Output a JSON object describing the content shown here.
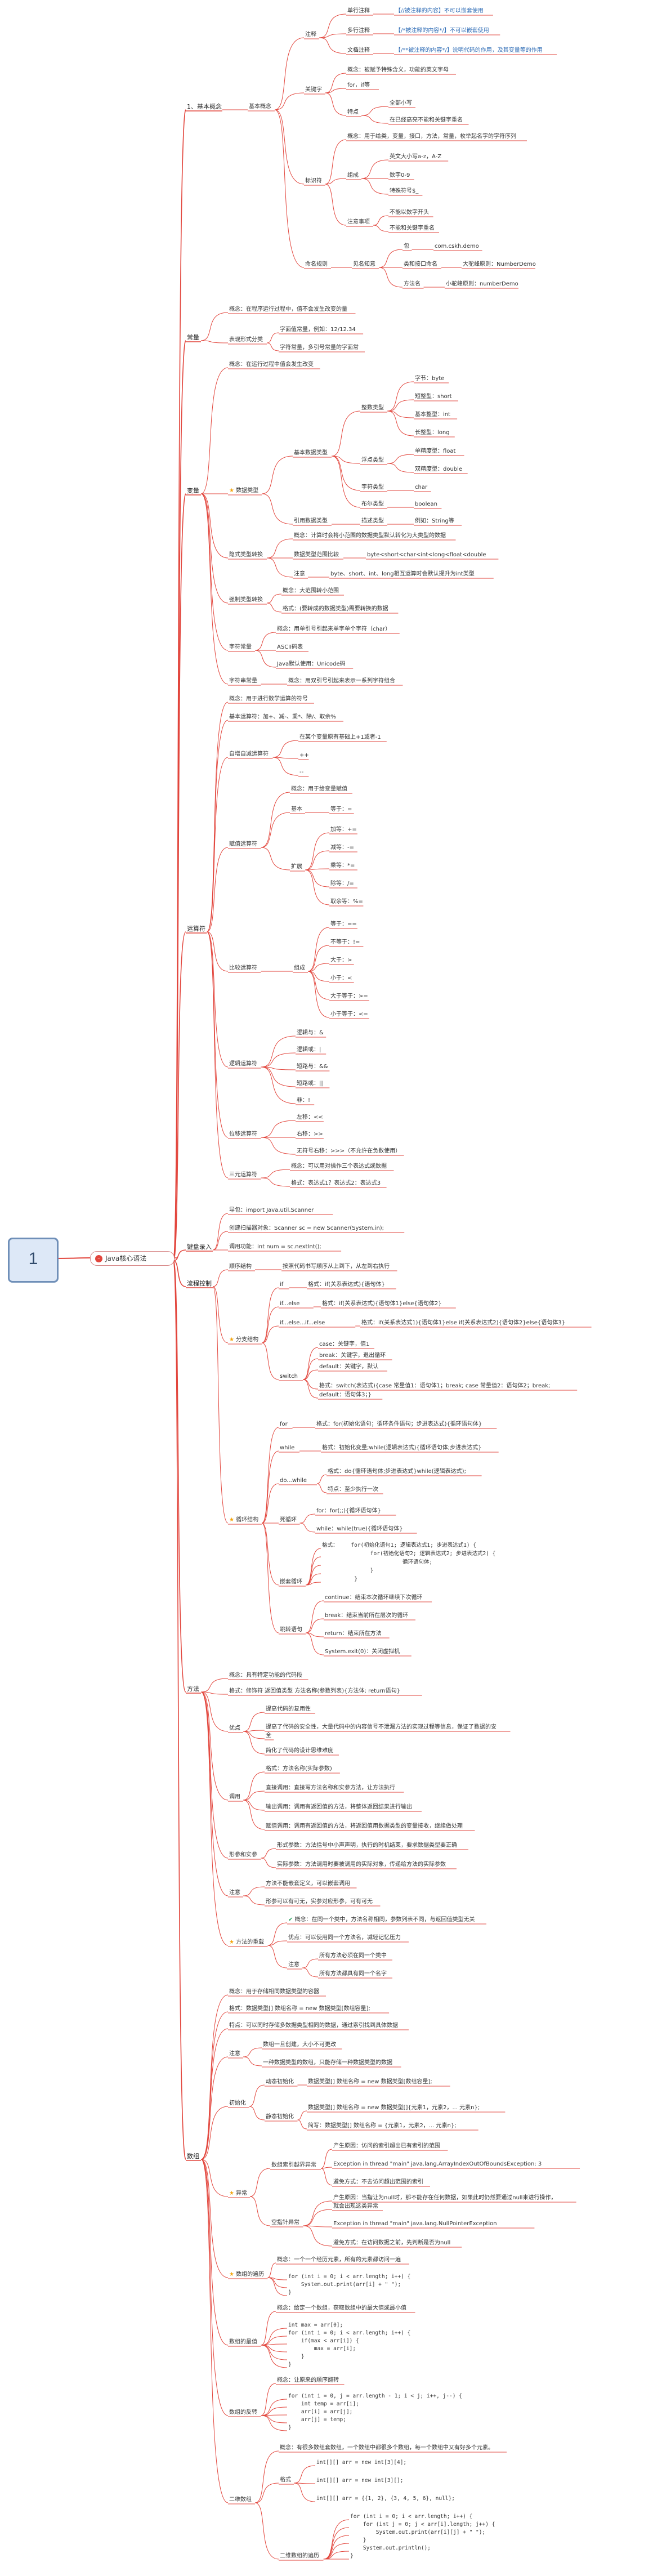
{
  "root": {
    "label": "1"
  },
  "hub": {
    "label": "Java核心语法"
  },
  "colors": {
    "wire": "#e2453c",
    "root_border": "#6f8fb8",
    "root_bg": "#dde8f7",
    "text": "#333333",
    "star": "#f3a40b"
  },
  "nodes": {
    "basic": {
      "jbgn": "1、基本概念",
      "jbgn2": "基本概念",
      "zs": "注释",
      "zs_single": "单行注释",
      "zs_single_d": "【//被注释的内容】不可以嵌套使用",
      "zs_multi": "多行注释",
      "zs_multi_d": "【/*被注释的内容*/】不可以嵌套使用",
      "zs_doc": "文档注释",
      "zs_doc_d": "【/**被注释的内容*/】说明代码的作用，及其变量等的作用",
      "gjz": "关键字",
      "gjz_gn": "概念：被赋予特殊含义，功能的英文字母",
      "gjz_eg": "for，if等",
      "gjz_td": "特点",
      "gjz_td1": "全部小写",
      "gjz_td2": "在已经高亮不能和关键字重名",
      "bsf": "标识符",
      "bsf_gn": "概念：用于给类，变量，接口，方法，常量，枚举起名字的字符序列",
      "bsf_zc": "组成",
      "bsf_zc1": "英文大小写a-z，A-Z",
      "bsf_zc2": "数字0-9",
      "bsf_zc3": "特殊符号$_",
      "bsf_zysx": "注意事项",
      "bsf_zy1": "不能以数字开头",
      "bsf_zy2": "不能和关键字重名",
      "mmgf": "命名规则",
      "mmgf_jzjy": "见名知意",
      "mmgf_bao": "包",
      "mmgf_bao_d": "com.cskh.demo",
      "mmgf_lei": "类和接口命名",
      "mmgf_lei_d": "大驼峰原则：NumberDemo",
      "mmgf_ff": "方法名",
      "mmgf_ff_d": "小驼峰原则：numberDemo"
    },
    "const": {
      "cl": "常量",
      "cl_gn": "概念：在程序运行过程中，值不会发生改变的量",
      "cl_fl": "表现形式分类",
      "cl_fl1": "字面值常量，例如：12/12.34",
      "cl_fl2": "字符常量，多引号常量的字面常"
    },
    "var": {
      "bl": "变量",
      "bl_gn": "概念：在运行过程中值会发生改变",
      "sjlx": "数据类型",
      "jblx": "基本数据类型",
      "zslx": "整数类型",
      "zs_byte": "字节：byte",
      "zs_short": "短整型：short",
      "zs_int": "基本整型：int",
      "zs_long": "长整型：long",
      "fdlx": "浮点类型",
      "fd_float": "单精度型：float",
      "fd_double": "双精度型：double",
      "zflx": "字符类型",
      "zf_char": "char",
      "bel": "布尔类型",
      "bel_d": "boolean",
      "yylx": "引用数据类型",
      "yylx_ms": "描述类型",
      "yylx_eg": "例如：String等",
      "ysz": "隐式类型转换",
      "ysz_gn": "概念：计算时会将小范围的数据类型默认转化为大类型的数据",
      "ysz_dx": "数据类型范围比较",
      "ysz_dx_d": "byte<short<char<int<long<float<double",
      "ysz_zy": "注意",
      "ysz_zy_d": "byte、short、int、long相互运算时会默认提升为int类型",
      "qzz": "强制类型转换",
      "qzz_gn": "概念：大范围转小范围",
      "qzz_gs": "格式：(要转成的数据类型)需要转换的数据",
      "zfc": "字符常量",
      "zfc_gn": "概念：用单引号引起来单字单个字符（char）",
      "zfc_ascii": "ASCII码表",
      "zfc_uni": "Java默认使用：Unicode码",
      "zfcc": "字符串常量",
      "zfcc_gn": "概念：用双引号引起来表示一系列字符组合"
    },
    "op": {
      "ysf": "运算符",
      "ysf_gn": "概念：用于进行数学运算的符号",
      "jbys": "基本运算符：加+、减-、乘*、除/、取余%",
      "zz": "自增自减运算符",
      "zz_gn": "在某个变量原有基础上+1或者-1",
      "zz_pp": "++",
      "zz_mm": "--",
      "fz": "赋值运算符",
      "fz_gn": "概念：用于给变量赋值",
      "fz_jb": "基本",
      "fz_eq": "等于：=",
      "fz_kz": "扩展",
      "fz_add": "加等：+=",
      "fz_sub": "减等：-=",
      "fz_mul": "乘等：*=",
      "fz_div": "除等：/=",
      "fz_mod": "取余等：%=",
      "bj": "比较运算符",
      "bj_zc": "组成",
      "bj_eq": "等于：==",
      "bj_ne": "不等于：!=",
      "bj_gt": "大于：>",
      "bj_lt": "小于：<",
      "bj_ge": "大于等于：>=",
      "bj_le": "小于等于：<=",
      "lj": "逻辑运算符",
      "lj_and": "逻辑与：&",
      "lj_or": "逻辑或：|",
      "lj_dand": "短路与：&&",
      "lj_dor": "短路或：||",
      "lj_not": "非：!",
      "wy": "位移运算符",
      "wy_left": "左移：<<",
      "wy_right": "右移：>>",
      "wy_uright": "无符号右移：>>>（不允许在负数使用）",
      "sy": "三元运算符",
      "sy_gn": "概念：可以用对操作三个表达式或数据",
      "sy_gs": "格式：表达式1？表达式2：表达式3"
    },
    "input": {
      "jplr": "键盘录入",
      "jplr_1": "导包：import Java.util.Scanner",
      "jplr_2": "创建扫描器对象：Scanner sc = new Scanner(System.in);",
      "jplr_3": "调用功能：int num = sc.nextInt();"
    },
    "flow": {
      "lckz": "流程控制",
      "lckz_sx": "顺序结构",
      "lckz_sx_d": "按照代码书写顺序从上到下，从左到右执行",
      "fz": "分支结构",
      "fz_if": "if",
      "fz_if_d": "格式：if(关系表达式){语句体}",
      "fz_ifelse": "if...else",
      "fz_ifelse_d": "格式：if(关系表达式){语句体1}else{语句体2}",
      "fz_ifelseif": "if...else...if...else",
      "fz_ifelseif_d": "格式：if(关系表达式1){语句体1}else if(关系表达式2){语句体2}else{语句体3}",
      "fz_switch": "switch",
      "fz_sw_case": "case：关键字，值1",
      "fz_sw_break": "break：关键字，退出循环",
      "fz_sw_default": "default：关键字，默认",
      "fz_sw_gs": "格式：switch(表达式){case 常量值1：语句体1；break; case 常量值2：语句体2；break;",
      "fz_sw_gs2": "default：语句体3；}",
      "xh": "循环结构",
      "xh_for": "for",
      "xh_for_d": "格式：for(初始化语句；循环条件语句；步进表达式){循环语句体}",
      "xh_while": "while",
      "xh_while_d": "格式：初始化变量;while(逻辑表达式){循环语句体;步进表达式}",
      "xh_dowhile": "do...while",
      "xh_dowhile_d": "格式：do{循环语句体;步进表达式}while(逻辑表达式);",
      "xh_dowhile_td": "特点：至少执行一次",
      "sx": "死循环",
      "sx_for": "for：for(;;){循环语句体}",
      "sx_while": "while：while(true){循环语句体}",
      "qt": "嵌套循环",
      "qt_gs1": "格式：    for(初始化语句1; 逻辑表达式1; 步进表达式1) {",
      "qt_gs2": "               for(初始化语句2; 逻辑表达式2; 步进表达式2) {",
      "qt_gs3": "                         循环语句体;",
      "qt_gs4": "               }",
      "qt_gs5": "          }",
      "tz": "跳转语句",
      "tz_continue": "continue：结束本次循环继续下次循环",
      "tz_break": "break：结束当前所在层次的循环",
      "tz_return": "return：结束所在方法",
      "tz_exit": "System.exit(0)：关闭虚拟机"
    },
    "method": {
      "ff": "方法",
      "ff_gn": "概念：具有特定功能的代码段",
      "ff_gs": "格式：修饰符 返回值类型 方法名称(参数列表){方法体; return语句}",
      "ff_yd": "优点",
      "ff_yd1": "提高代码的复用性",
      "ff_yd2": "提高了代码的安全性，大量代码中的内容信号不泄漏方法的实现过程等信息，保证了数据的安",
      "ff_yd2b": "全",
      "ff_yd3": "简化了代码的设计思维难度",
      "ff_dy": "调用",
      "ff_dy_gs": "格式：方法名称(实际参数)",
      "ff_dy_zj": "直接调用：直接写方法名称和实参方法，让方法执行",
      "ff_dy_sc": "输出调用：调用有返回值的方法，将整体返回结果进行输出",
      "ff_dy_fz": "赋值调用：调用有返回值的方法，将返回值用数据类型的变量接收，继续做处理",
      "ff_cs": "形参和实参",
      "ff_cs_xc": "形式参数：方法括号中小声声明，执行的时机结束，要求数据类型要正确",
      "ff_cs_sc": "实际参数：方法调用时要被调用的实际对象，传递给方法的实际参数",
      "ff_zy": "注意",
      "ff_zy1": "方法不能嵌套定义，可以嵌套调用",
      "ff_zy2": "形参可以有可无，实参对应形参，可有可无",
      "ff_cz": "方法的重载",
      "ff_cz_gn": "概念：在同一个类中，方法名称相同，参数列表不同，与返回值类型无关",
      "ff_cz_yd": "优点：可以使用同一个方法名，减轻记忆压力",
      "ff_cz_zy": "注意",
      "ff_cz_zy1": "所有方法必须在同一个类中",
      "ff_cz_zy2": "所有方法都具有同一个名字"
    },
    "array": {
      "sz": "数组",
      "sz_gn": "概念：用于存储相同数据类型的容器",
      "sz_gs": "格式：数据类型[] 数组名称 = new 数据类型[数组容量];",
      "sz_td": "特点：可以同时存储多数据类型相同的数据，通过索引找到具体数据",
      "sz_zy": "注意",
      "sz_zy1": "数组一旦创建，大小不可更改",
      "sz_zy2": "一种数据类型的数组，只能存储一种数据类型的数据",
      "sz_csh": "初始化",
      "sz_dt": "动态初始化",
      "sz_dt_d": "数据类型[] 数组名称 = new 数据类型[数组容量];",
      "sz_jt": "静态初始化",
      "sz_jt_d1": "数据类型[] 数组名称 = new 数据类型[]{元素1，元素2，... 元素n};",
      "sz_jt_d2": "简写：数据类型[] 数组名称 = {元素1，元素2，... 元素n};",
      "sz_yc": "异常",
      "sz_yj": "数组索引越界异常",
      "sz_yj_cs": "产生原因：访问的索引超出已有索引的范围",
      "sz_yj_ex": "Exception in thread \"main\" java.lang.ArrayIndexOutOfBoundsException: 3",
      "sz_yj_bm": "避免方式：不去访问超出范围的索引",
      "sz_kz": "空指针异常",
      "sz_kz_cs": "产生原因：当指让为null时，那不能存在任何数据，如果此时仍然要通过null来进行操作，",
      "sz_kz_cs2": "就会出现这类异常",
      "sz_kz_ex": "Exception in thread \"main\" java.lang.NullPointerException",
      "sz_kz_bm": "避免方式：在访问数据之前，先判断是否为null",
      "sz_bl": "数组的遍历",
      "sz_bl_gn": "概念：一个一个经历元素，所有的元素都访问一遍",
      "sz_bl_c1": "for (int i = 0; i < arr.length; i++) {",
      "sz_bl_c2": "    System.out.print(arr[i] + \" \");",
      "sz_bl_c3": "}",
      "sz_zz": "数组的最值",
      "sz_zz_gn": "概念：给定一个数组，获取数组中的最大值或最小值",
      "sz_zz_c1": "int max = arr[0];",
      "sz_zz_c2": "for (int i = 0; i < arr.length; i++) {",
      "sz_zz_c3": "    if(max < arr[i]) {",
      "sz_zz_c4": "        max = arr[i];",
      "sz_zz_c5": "    }",
      "sz_zz_c6": "}",
      "sz_fz": "数组的反转",
      "sz_fz_gn": "概念：让原来的顺序翻转",
      "sz_fz_c1": "for (int i = 0, j = arr.length - 1; i < j; i++, j--) {",
      "sz_fz_c2": "    int temp = arr[i];",
      "sz_fz_c3": "    arr[i] = arr[j];",
      "sz_fz_c4": "    arr[j] = temp;",
      "sz_fz_c5": "}",
      "sz_ew": "二维数组",
      "sz_ew_gn": "概念：有很多数组套数组，一个数组中都很多个数组，每一个数组中又有好多个元素。",
      "sz_ew_gs": "格式",
      "sz_ew_gs1": "int[][] arr = new int[3][4];",
      "sz_ew_gs2": "int[][] arr = new int[3][];",
      "sz_ew_gs3": "int[][] arr = {{1, 2}, {3, 4, 5, 6}, null};",
      "sz_ew_bl": "二维数组的遍历",
      "sz_ew_bl_c1": "for (int i = 0; i < arr.length; i++) {",
      "sz_ew_bl_c2": "    for (int j = 0; j < arr[i].length; j++) {",
      "sz_ew_bl_c3": "        System.out.print(arr[i][j] + \" \");",
      "sz_ew_bl_c4": "    }",
      "sz_ew_bl_c5": "    System.out.println();",
      "sz_ew_bl_c6": "}"
    }
  }
}
